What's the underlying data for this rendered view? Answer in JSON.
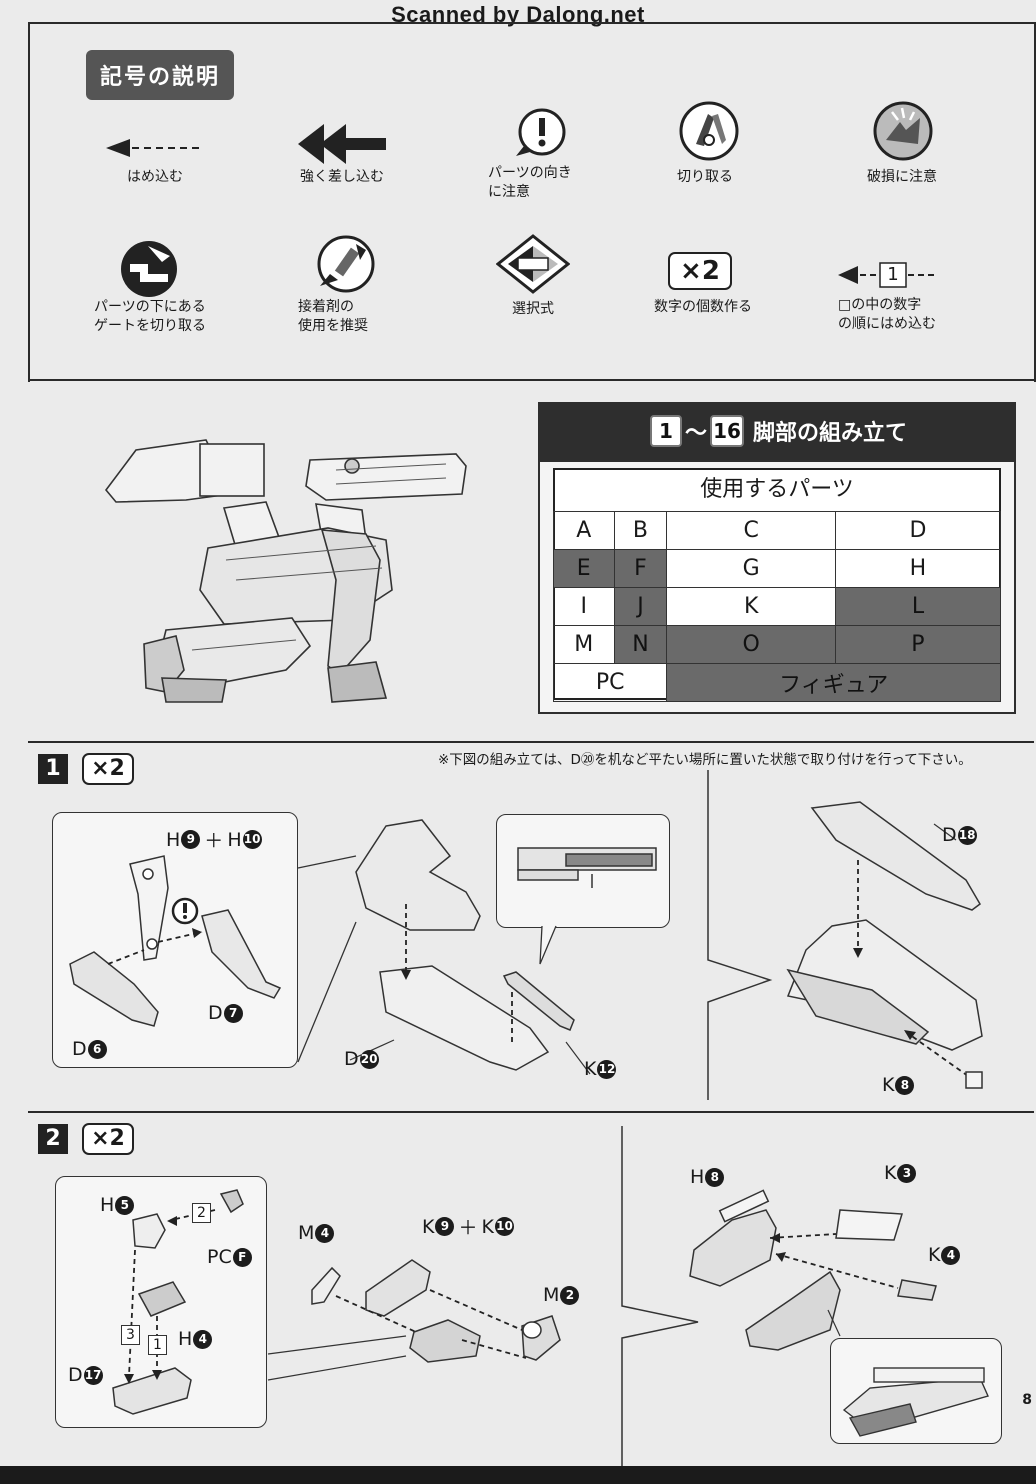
{
  "banner": "Scanned by Dalong.net",
  "legend": {
    "title": "記号の説明",
    "symbols": [
      {
        "label": "はめ込む",
        "icon": "dashed-arrow-left-icon"
      },
      {
        "label": "強く差し込む",
        "icon": "double-arrow-left-icon"
      },
      {
        "label": "パーツの向き\nに注意",
        "icon": "exclamation-circle-icon"
      },
      {
        "label": "切り取る",
        "icon": "cut-nipper-icon"
      },
      {
        "label": "破損に注意",
        "icon": "breakage-icon"
      },
      {
        "label": "パーツの下にある\nゲートを切り取る",
        "icon": "underside-gate-icon"
      },
      {
        "label": "接着剤の\n使用を推奨",
        "icon": "glue-brush-icon"
      },
      {
        "label": "選択式",
        "icon": "selection-diamond-icon"
      },
      {
        "label": "数字の個数作る",
        "icon": "x2-box-icon",
        "box_text": "×2"
      },
      {
        "label": "□の中の数字\nの順にはめ込む",
        "icon": "numbered-arrow-icon",
        "box_text": "1"
      }
    ]
  },
  "section": {
    "range_start": "1",
    "range_end": "16",
    "tilde": "～",
    "title": "脚部の組み立て",
    "parts_title": "使用するパーツ",
    "parts_rows": [
      [
        {
          "t": "A",
          "dark": false
        },
        {
          "t": "B",
          "dark": false
        },
        {
          "t": "C",
          "dark": false
        },
        {
          "t": "D",
          "dark": false
        }
      ],
      [
        {
          "t": "E",
          "dark": true
        },
        {
          "t": "F",
          "dark": true
        },
        {
          "t": "G",
          "dark": false
        },
        {
          "t": "H",
          "dark": false
        }
      ],
      [
        {
          "t": "I",
          "dark": false
        },
        {
          "t": "J",
          "dark": true
        },
        {
          "t": "K",
          "dark": false
        },
        {
          "t": "L",
          "dark": true
        }
      ],
      [
        {
          "t": "M",
          "dark": false
        },
        {
          "t": "N",
          "dark": true
        },
        {
          "t": "O",
          "dark": true
        },
        {
          "t": "P",
          "dark": true
        }
      ]
    ],
    "parts_last": [
      {
        "t": "PC",
        "dark": false
      },
      {
        "t": "フィギュア",
        "dark": true
      }
    ]
  },
  "step1": {
    "num": "1",
    "mult": "×2",
    "note": "※下図の組み立ては、D⑳を机など平たい場所に置いた状態で取り付けを行って下さい。",
    "labels": {
      "h9h10": {
        "a": "H",
        "an": "9",
        "plus": "＋",
        "b": "H",
        "bn": "10"
      },
      "d6": {
        "l": "D",
        "n": "6"
      },
      "d7": {
        "l": "D",
        "n": "7"
      },
      "d20": {
        "l": "D",
        "n": "20"
      },
      "k12": {
        "l": "K",
        "n": "12"
      },
      "d18": {
        "l": "D",
        "n": "18"
      },
      "k8": {
        "l": "K",
        "n": "8"
      }
    }
  },
  "step2": {
    "num": "2",
    "mult": "×2",
    "labels": {
      "h5": {
        "l": "H",
        "n": "5"
      },
      "pcf": {
        "l": "PC",
        "n": "F"
      },
      "h4": {
        "l": "H",
        "n": "4"
      },
      "d17": {
        "l": "D",
        "n": "17"
      },
      "m4": {
        "l": "M",
        "n": "4"
      },
      "k9k10": {
        "a": "K",
        "an": "9",
        "plus": "＋",
        "b": "K",
        "bn": "10"
      },
      "m2": {
        "l": "M",
        "n": "2"
      },
      "h8": {
        "l": "H",
        "n": "8"
      },
      "k3": {
        "l": "K",
        "n": "3"
      },
      "k4": {
        "l": "K",
        "n": "4"
      }
    },
    "order": {
      "first": "1",
      "second": "2",
      "third": "3"
    }
  },
  "page_number": "8"
}
